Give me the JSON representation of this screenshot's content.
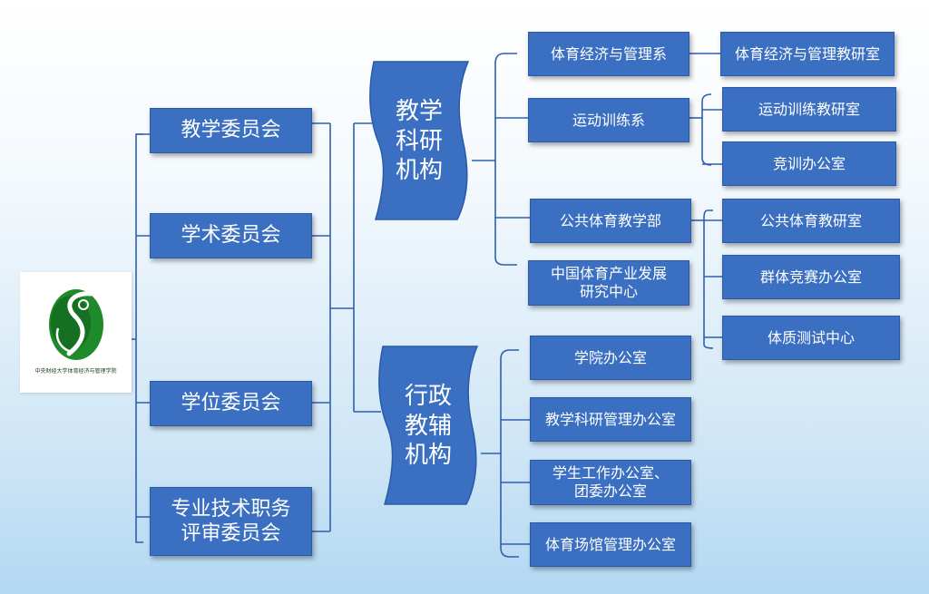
{
  "logo": {
    "caption": "中央财经大学体育经济与管理学院",
    "colors": {
      "green": "#1f8a2a",
      "dark": "#0d5a1a"
    }
  },
  "committees": [
    "教学委员会",
    "学术委员会",
    "学位委员会",
    "专业技术职务\n评审委员会"
  ],
  "banners": {
    "research": "教学\n科研\n机构",
    "admin": "行政\n教辅\n机构"
  },
  "departments": [
    "体育经济与管理系",
    "运动训练系",
    "公共体育教学部",
    "中国体育产业发展\n研究中心"
  ],
  "offices_research": [
    "体育经济与管理教研室",
    "运动训练教研室",
    "竞训办公室",
    "公共体育教研室",
    "群体竞赛办公室",
    "体质测试中心"
  ],
  "offices_admin": [
    "学院办公室",
    "教学科研管理办公室",
    "学生工作办公室、\n团委办公室",
    "体育场馆管理办公室"
  ],
  "colors": {
    "box": "#3a6fc2",
    "line": "#2f5fb0"
  }
}
